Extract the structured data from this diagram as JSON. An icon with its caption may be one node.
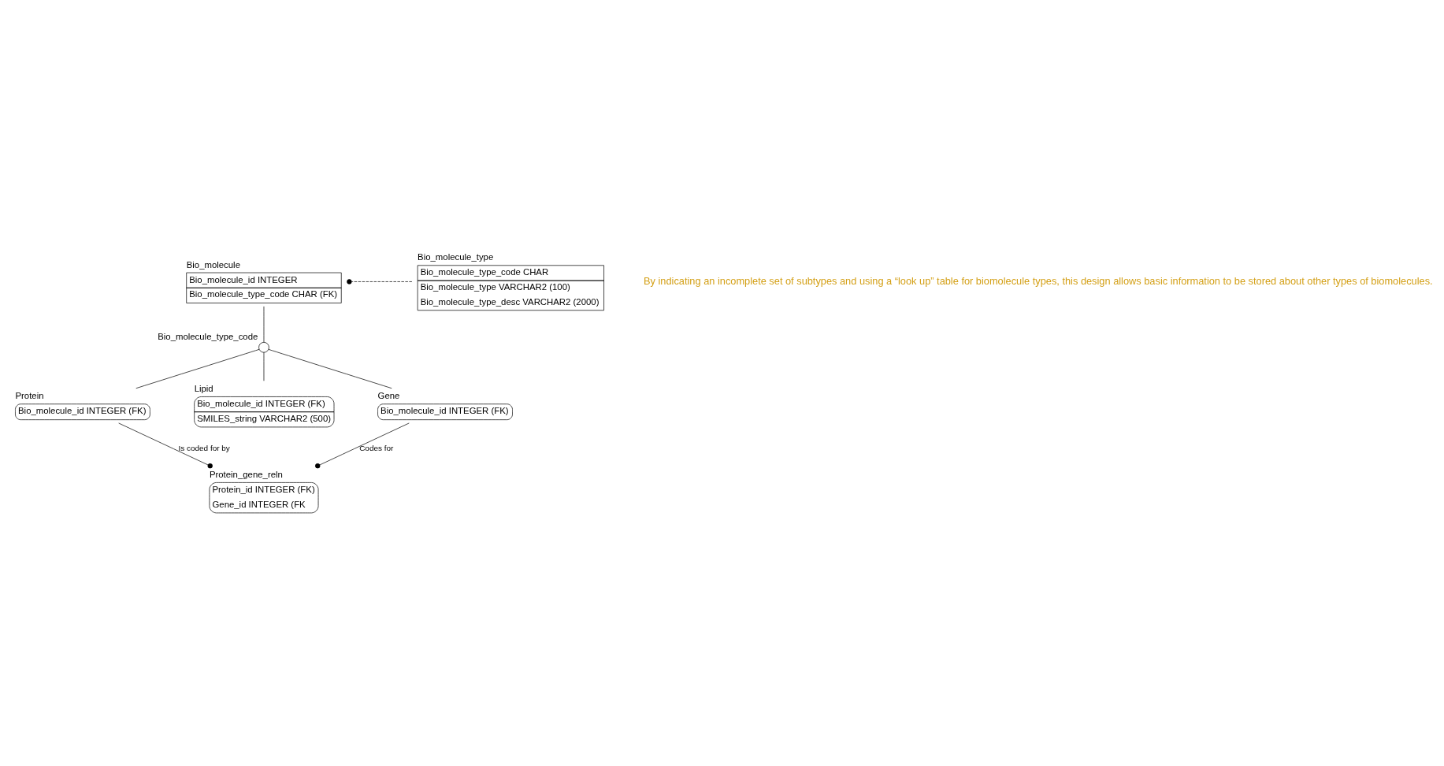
{
  "diagram": {
    "nodes": [
      {
        "text": [
          "Bio_molecule",
          "Bio_molecule_id INTEGER",
          "Bio_molecule_type_code CHAR (FK)"
        ]
      },
      {
        "text": [
          "Bio_molecule_type",
          "Bio_molecule_type_code CHAR",
          "Bio_molecule_type VARCHAR2 (100)",
          "Bio_molecule_type_desc VARCHAR2 (2000)"
        ]
      },
      {
        "text": [],
        "shape": "circle",
        "beside": [
          "Bio_molecule_type_code"
        ]
      },
      {
        "text": [
          "Protein",
          "Bio_molecule_id INTEGER (FK)"
        ]
      },
      {
        "text": [
          "Lipid",
          "Bio_molecule_id INTEGER (FK)",
          "SMILES_string VARCHAR2 (500)"
        ]
      },
      {
        "text": [
          "Gene",
          "Bio_molecule_id INTEGER (FK)"
        ]
      },
      {
        "text": [
          "Protein_gene_reln",
          "Protein_id INTEGER (FK)",
          "Gene_id INTEGER (FK"
        ]
      }
    ],
    "edges": [
      {
        "from": 1,
        "to": 0,
        "arrow": "other",
        "style": "dashed"
      },
      {
        "from": 0,
        "to": 2,
        "arrow": "none"
      },
      {
        "from": 2,
        "to": 3,
        "arrow": "none"
      },
      {
        "from": 2,
        "to": 4,
        "arrow": "none"
      },
      {
        "from": 2,
        "to": 5,
        "arrow": "none"
      },
      {
        "from": 3,
        "to": 6,
        "arrow": "other",
        "label": "Is coded for by"
      },
      {
        "from": 5,
        "to": 6,
        "arrow": "other",
        "label": "Codes for"
      }
    ],
    "labels": [
      "By indicating an incomplete set of subtypes and using a “look up” table for biomolecule types, this design allows basic information to be stored about other types of biomolecules."
    ]
  }
}
